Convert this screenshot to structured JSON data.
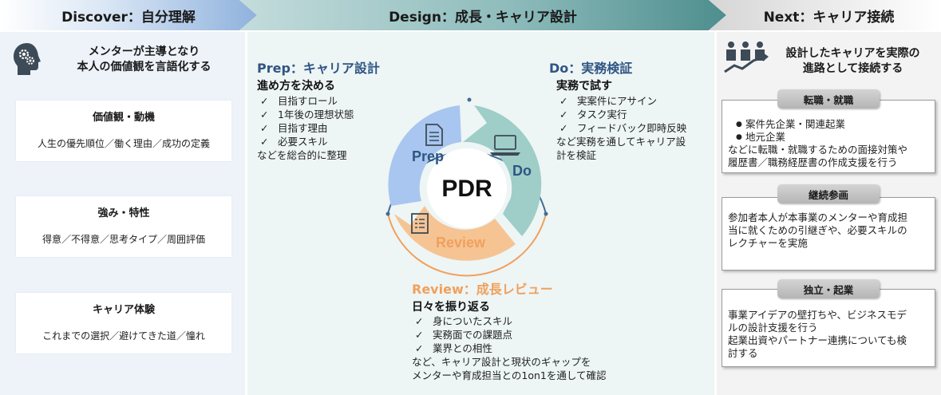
{
  "header": {
    "discover": "Discover：自分理解",
    "design": "Design：成長・キャリア設計",
    "next": "Next：キャリア接続"
  },
  "discover": {
    "heading_line1": "メンターが主導となり",
    "heading_line2": "本人の価値観を言語化する",
    "cards": [
      {
        "title": "価値観・動機",
        "desc": "人生の優先順位／働く理由／成功の定義"
      },
      {
        "title": "強み・特性",
        "desc": "得意／不得意／思考タイプ／周囲評価"
      },
      {
        "title": "キャリア体験",
        "desc": "これまでの選択／避けてきた道／憧れ"
      }
    ]
  },
  "design": {
    "prep": {
      "title": "Prep：キャリア設計",
      "subtitle": "進め方を決める",
      "checks": [
        "目指すロール",
        "1年後の理想状態",
        "目指す理由",
        "必要スキル"
      ],
      "footer": "などを総合的に整理"
    },
    "do": {
      "title": "Do：実務検証",
      "subtitle": "実務で試す",
      "checks": [
        "実案件にアサイン",
        "タスク実行",
        "フィードバック即時反映"
      ],
      "footer_line1": "など実務を通してキャリア設",
      "footer_line2": "計を検証"
    },
    "review": {
      "title": "Review：成長レビュー",
      "subtitle": "日々を振り返る",
      "checks": [
        "身についたスキル",
        "実務面での課題点",
        "業界との相性"
      ],
      "footer_line1": "など、キャリア設計と現状のギャップを",
      "footer_line2": "メンターや育成担当との1on1を通して確認"
    },
    "check_mark": "✓",
    "cycle": {
      "center": "PDR",
      "prep_label": "Prep",
      "do_label": "Do",
      "review_label": "Review",
      "colors": {
        "prep": "#a8c6ef",
        "do": "#9fcdc7",
        "review": "#f6c493",
        "ring_top": "#3f6d96",
        "ring_bottom": "#f0a05c"
      }
    }
  },
  "next": {
    "heading_line1": "設計したキャリアを実際の",
    "heading_line2": "進路として接続する",
    "boxes": [
      {
        "label": "転職・就職",
        "bullets": [
          "案件先企業・関連起業",
          "地元企業"
        ],
        "bullet_mark": "●",
        "text_line1": "などに転職・就職するための面接対策や",
        "text_line2": "履歴書／職務経歴書の作成支援を行う"
      },
      {
        "label": "継続参画",
        "text_line1": "参加者本人が本事業のメンターや育成担",
        "text_line2": "当に就くための引継ぎや、必要スキルの",
        "text_line3": "レクチャーを実施"
      },
      {
        "label": "独立・起業",
        "text_line1": "事業アイデアの壁打ちや、ビジネスモデ",
        "text_line2": "ルの設計支援を行う",
        "text_line3": "起業出資やパートナー連携についても検",
        "text_line4": "討する"
      }
    ]
  }
}
